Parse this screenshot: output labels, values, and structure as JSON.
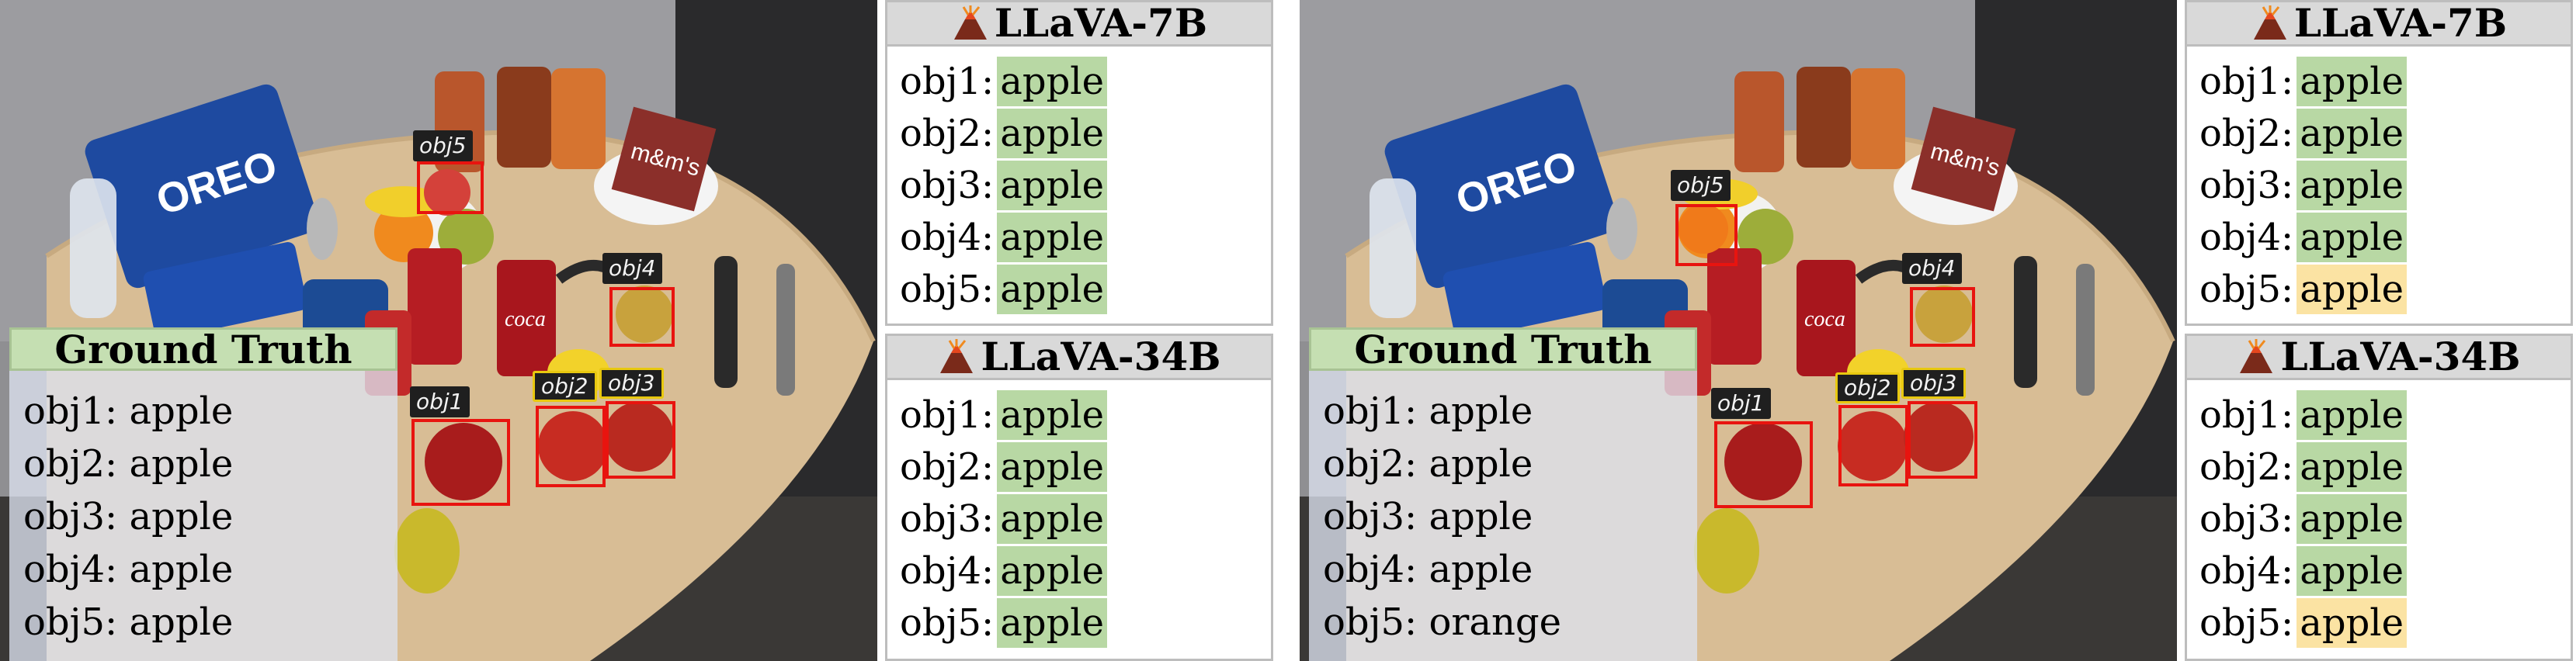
{
  "panels": [
    {
      "ground_truth": {
        "title": "Ground Truth",
        "rows": [
          "obj1: apple",
          "obj2: apple",
          "obj3: apple",
          "obj4: apple",
          "obj5: apple"
        ]
      },
      "object_tags": [
        "obj1",
        "obj2",
        "obj3",
        "obj4",
        "obj5"
      ],
      "scene_text": {
        "oreo": "OREO",
        "mms": "m&m's",
        "coke": "coca"
      },
      "models": [
        {
          "name": "LLaVA-7B",
          "rows": [
            {
              "label": "obj1:",
              "answer": "apple",
              "status": "correct"
            },
            {
              "label": "obj2:",
              "answer": "apple",
              "status": "correct"
            },
            {
              "label": "obj3:",
              "answer": "apple",
              "status": "correct"
            },
            {
              "label": "obj4:",
              "answer": "apple",
              "status": "correct"
            },
            {
              "label": "obj5:",
              "answer": "apple",
              "status": "correct"
            }
          ]
        },
        {
          "name": "LLaVA-34B",
          "rows": [
            {
              "label": "obj1:",
              "answer": "apple",
              "status": "correct"
            },
            {
              "label": "obj2:",
              "answer": "apple",
              "status": "correct"
            },
            {
              "label": "obj3:",
              "answer": "apple",
              "status": "correct"
            },
            {
              "label": "obj4:",
              "answer": "apple",
              "status": "correct"
            },
            {
              "label": "obj5:",
              "answer": "apple",
              "status": "correct"
            }
          ]
        }
      ]
    },
    {
      "ground_truth": {
        "title": "Ground Truth",
        "rows": [
          "obj1: apple",
          "obj2: apple",
          "obj3: apple",
          "obj4: apple",
          "obj5: orange"
        ]
      },
      "object_tags": [
        "obj1",
        "obj2",
        "obj3",
        "obj4",
        "obj5"
      ],
      "scene_text": {
        "oreo": "OREO",
        "mms": "m&m's",
        "coke": "coca"
      },
      "models": [
        {
          "name": "LLaVA-7B",
          "rows": [
            {
              "label": "obj1:",
              "answer": "apple",
              "status": "correct"
            },
            {
              "label": "obj2:",
              "answer": "apple",
              "status": "correct"
            },
            {
              "label": "obj3:",
              "answer": "apple",
              "status": "correct"
            },
            {
              "label": "obj4:",
              "answer": "apple",
              "status": "correct"
            },
            {
              "label": "obj5:",
              "answer": "apple",
              "status": "incorrect"
            }
          ]
        },
        {
          "name": "LLaVA-34B",
          "rows": [
            {
              "label": "obj1:",
              "answer": "apple",
              "status": "correct"
            },
            {
              "label": "obj2:",
              "answer": "apple",
              "status": "correct"
            },
            {
              "label": "obj3:",
              "answer": "apple",
              "status": "correct"
            },
            {
              "label": "obj4:",
              "answer": "apple",
              "status": "correct"
            },
            {
              "label": "obj5:",
              "answer": "apple",
              "status": "incorrect"
            }
          ]
        }
      ]
    }
  ],
  "colors": {
    "correct": "#b8d8a4",
    "incorrect": "#fbe3a3",
    "box": "#e8140f",
    "gt_header": "#c5dfb2",
    "model_header": "#d9d9d9"
  }
}
